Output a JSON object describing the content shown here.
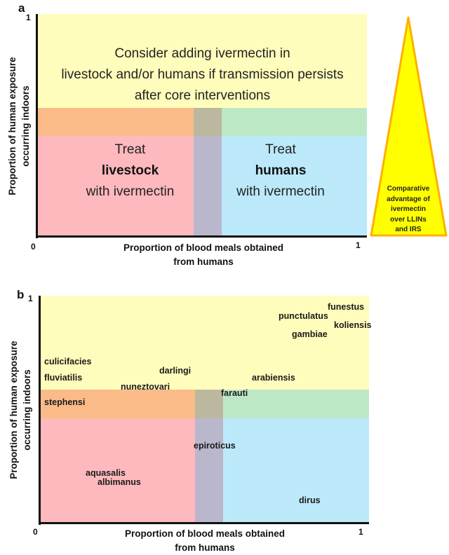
{
  "panel_a": {
    "letter": "a",
    "y_tick_top": "1",
    "x_tick_left": "0",
    "x_tick_right": "1",
    "y_label_line1": "Proportion of human exposure",
    "y_label_line2": "occurring indoors",
    "x_label_line1": "Proportion of blood meals obtained",
    "x_label_line2": "from humans",
    "top_region_text": [
      "Consider adding ivermectin in",
      "livestock and/or humans if transmission persists",
      "after core interventions"
    ],
    "left_region": {
      "line1": "Treat",
      "line2_bold": "livestock",
      "line3": "with ivermectin"
    },
    "right_region": {
      "line1": "Treat",
      "line2_bold": "humans",
      "line3": "with ivermectin"
    },
    "triangle_text": [
      "Comparative",
      "advantage of",
      "ivermectin",
      "over LLINs",
      "and IRS"
    ],
    "colors": {
      "top": "#fffdbb",
      "mid_left": "#fbbb88",
      "mid_center": "#bcb8a0",
      "mid_right": "#bce8c6",
      "bottom_left": "#fdb9bd",
      "bottom_center": "#bab7cc",
      "bottom_right": "#bbe9f9",
      "triangle_fill": "#ffff00",
      "triangle_stroke": "#ffb000"
    }
  },
  "panel_b": {
    "letter": "b",
    "y_tick_top": "1",
    "x_tick_left": "0",
    "x_tick_right": "1",
    "y_label_line1": "Proportion of human exposure",
    "y_label_line2": "occurring indoors",
    "x_label_line1": "Proportion of blood meals obtained",
    "x_label_line2": "from humans",
    "species": [
      {
        "name": "funestus"
      },
      {
        "name": "punctulatus"
      },
      {
        "name": "koliensis"
      },
      {
        "name": "gambiae"
      },
      {
        "name": "culicifacies"
      },
      {
        "name": "darlingi"
      },
      {
        "name": "fluviatilis"
      },
      {
        "name": "arabiensis"
      },
      {
        "name": "nuneztovari"
      },
      {
        "name": "farauti"
      },
      {
        "name": "stephensi"
      },
      {
        "name": "epiroticus"
      },
      {
        "name": "aquasalis"
      },
      {
        "name": "albimanus"
      },
      {
        "name": "dirus"
      }
    ]
  },
  "chart_data": {
    "type": "scatter",
    "title": "Species positioned by proportion of blood meals from humans vs proportion of human exposure indoors",
    "xlabel": "Proportion of blood meals obtained from humans",
    "ylabel": "Proportion of human exposure occurring indoors",
    "xlim": [
      0,
      1
    ],
    "ylim": [
      0,
      1
    ],
    "region_boundaries": {
      "x": [
        0.47,
        0.56
      ],
      "y": [
        0.46,
        0.59
      ]
    },
    "points": [
      {
        "label": "funestus",
        "x": 0.93,
        "y": 0.95
      },
      {
        "label": "punctulatus",
        "x": 0.8,
        "y": 0.91
      },
      {
        "label": "koliensis",
        "x": 0.95,
        "y": 0.87
      },
      {
        "label": "gambiae",
        "x": 0.82,
        "y": 0.83
      },
      {
        "label": "culicifacies",
        "x": 0.07,
        "y": 0.71
      },
      {
        "label": "darlingi",
        "x": 0.41,
        "y": 0.67
      },
      {
        "label": "fluviatilis",
        "x": 0.07,
        "y": 0.64
      },
      {
        "label": "arabiensis",
        "x": 0.71,
        "y": 0.64
      },
      {
        "label": "nuneztovari",
        "x": 0.32,
        "y": 0.6
      },
      {
        "label": "farauti",
        "x": 0.59,
        "y": 0.57
      },
      {
        "label": "stephensi",
        "x": 0.07,
        "y": 0.53
      },
      {
        "label": "epiroticus",
        "x": 0.53,
        "y": 0.34
      },
      {
        "label": "aquasalis",
        "x": 0.2,
        "y": 0.22
      },
      {
        "label": "albimanus",
        "x": 0.24,
        "y": 0.18
      },
      {
        "label": "dirus",
        "x": 0.82,
        "y": 0.1
      }
    ]
  }
}
